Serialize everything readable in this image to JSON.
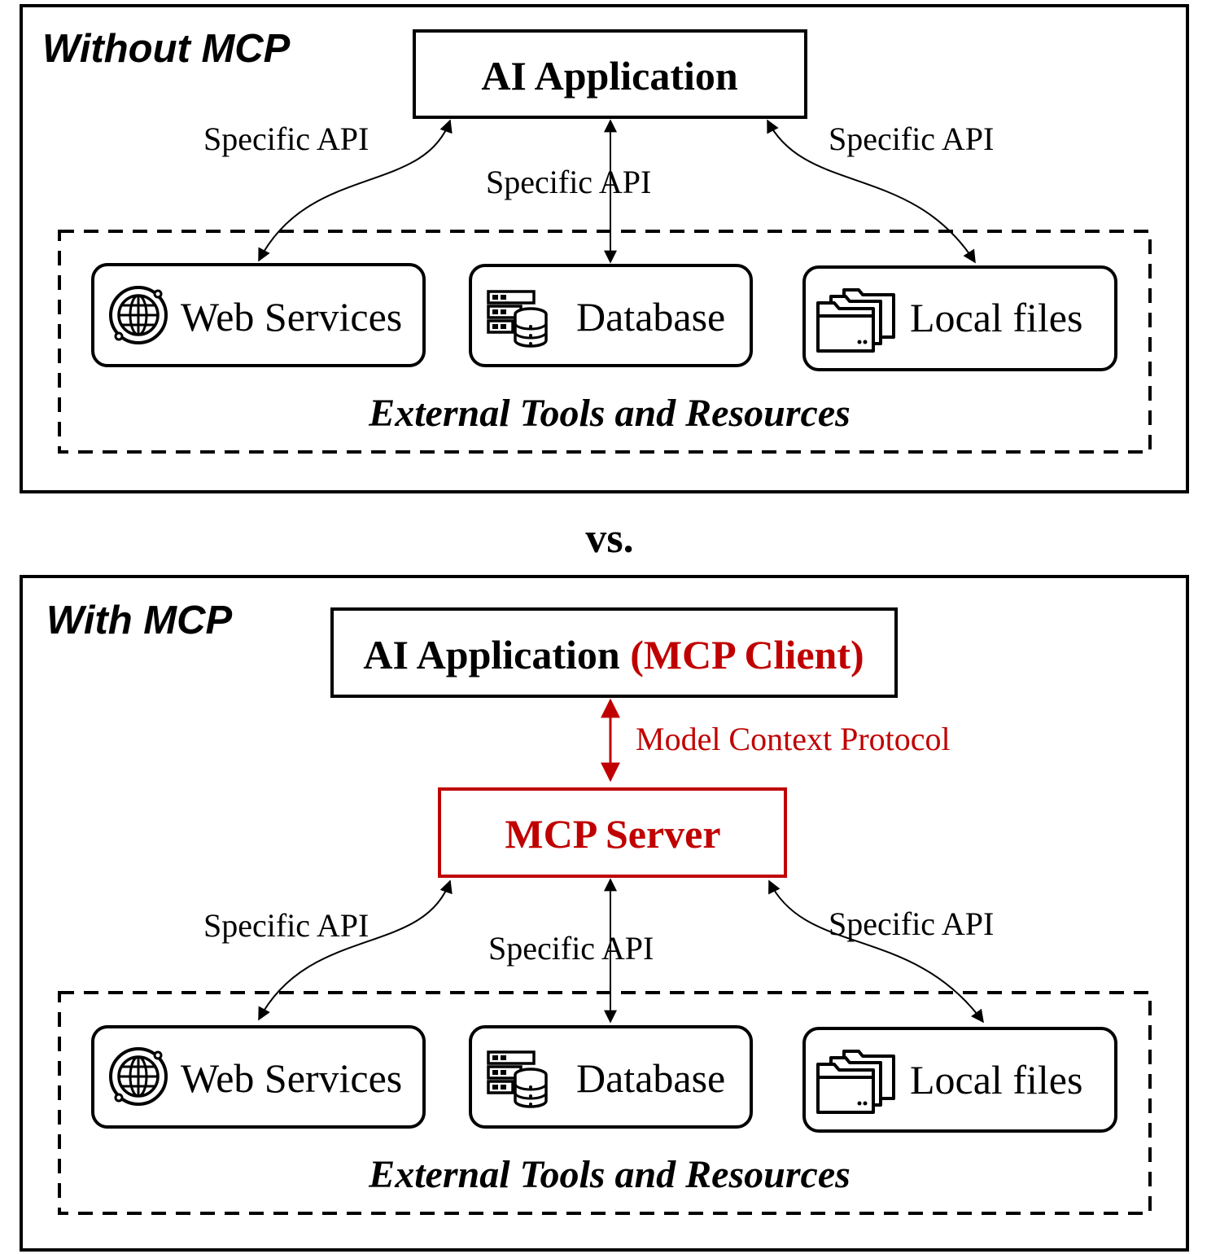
{
  "colors": {
    "ink": "#000000",
    "accent": "#c00000"
  },
  "panels": [
    {
      "title": "Without MCP",
      "app_box": {
        "label": "AI Application"
      },
      "connections": [
        {
          "label": "Specific API"
        },
        {
          "label": "Specific API"
        },
        {
          "label": "Specific API"
        }
      ],
      "resources_group_label": "External Tools and Resources",
      "resources": [
        {
          "label": "Web Services",
          "icon": "globe-icon"
        },
        {
          "label": "Database",
          "icon": "database-server-icon"
        },
        {
          "label": "Local files",
          "icon": "folders-icon"
        }
      ]
    },
    {
      "title": "With MCP",
      "app_box": {
        "label": "AI Application",
        "label_highlight": "(MCP Client)"
      },
      "protocol_label": "Model Context Protocol",
      "server_box": {
        "label": "MCP Server"
      },
      "connections": [
        {
          "label": "Specific API"
        },
        {
          "label": "Specific API"
        },
        {
          "label": "Specific API"
        }
      ],
      "resources_group_label": "External Tools and Resources",
      "resources": [
        {
          "label": "Web Services",
          "icon": "globe-icon"
        },
        {
          "label": "Database",
          "icon": "database-server-icon"
        },
        {
          "label": "Local files",
          "icon": "folders-icon"
        }
      ]
    }
  ],
  "separator_label": "vs."
}
